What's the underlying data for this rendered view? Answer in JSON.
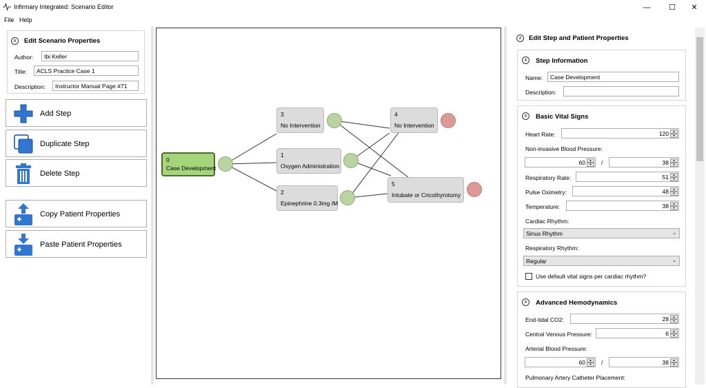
{
  "window": {
    "title": "Infirmary Integrated: Scenario Editor",
    "minimize": "—",
    "maximize": "☐",
    "close": "✕"
  },
  "menu": {
    "file": "File",
    "help": "Help"
  },
  "scenario": {
    "section_title": "Edit Scenario Properties",
    "author_label": "Author:",
    "author_value": "Ibi Keller",
    "title_label": "Title:",
    "title_value": "ACLS Practice Case 1",
    "description_label": "Description:",
    "description_value": "Instructor Manual Page #71"
  },
  "actions": {
    "add_step": "Add Step",
    "duplicate_step": "Duplicate Step",
    "delete_step": "Delete Step",
    "copy_patient": "Copy Patient Properties",
    "paste_patient": "Paste Patient Properties"
  },
  "steps": [
    {
      "index": "0",
      "name": "Case Development"
    },
    {
      "index": "3",
      "name": "No Intervention"
    },
    {
      "index": "1",
      "name": "Oxygen Administration"
    },
    {
      "index": "2",
      "name": "Epinephrine 0.3mg IM"
    },
    {
      "index": "4",
      "name": "No Intervention"
    },
    {
      "index": "5",
      "name": "Intubate or Cricothyrotomy"
    }
  ],
  "properties": {
    "panel_title": "Edit Step and Patient Properties",
    "step_info": {
      "title": "Step Information",
      "name_label": "Name:",
      "name_value": "Case Development",
      "description_label": "Description:",
      "description_value": ""
    },
    "vitals": {
      "title": "Basic Vital Signs",
      "hr_label": "Heart Rate:",
      "hr_value": "120",
      "nibp_label": "Non-invasive Blood Pressure:",
      "nibp_sys": "60",
      "nibp_sep": "/",
      "nibp_dia": "38",
      "rr_label": "Respiratory Rate:",
      "rr_value": "51",
      "spo2_label": "Pulse Oximetry:",
      "spo2_value": "48",
      "temp_label": "Temperature:",
      "temp_value": "38",
      "cardiac_label": "Cardiac Rhythm:",
      "cardiac_value": "Sinus Rhythm",
      "resp_label": "Respiratory Rhythm:",
      "resp_value": "Regular",
      "default_label": "Use default vital signs per cardiac rhythm?"
    },
    "hemo": {
      "title": "Advanced Hemodynamics",
      "etco2_label": "End-tidal CO2:",
      "etco2_value": "28",
      "cvp_label": "Central Venous Pressure:",
      "cvp_value": "6",
      "abp_label": "Arterial Blood Pressure:",
      "abp_sys": "60",
      "abp_sep": "/",
      "abp_dia": "38",
      "pa_label": "Pulmonary Artery Catheter Placement:"
    }
  },
  "colors": {
    "start_node": "#a5d47a",
    "port_green": "#b9d3a2",
    "port_red": "#dd9a95",
    "accent_blue": "#2f77d0"
  }
}
